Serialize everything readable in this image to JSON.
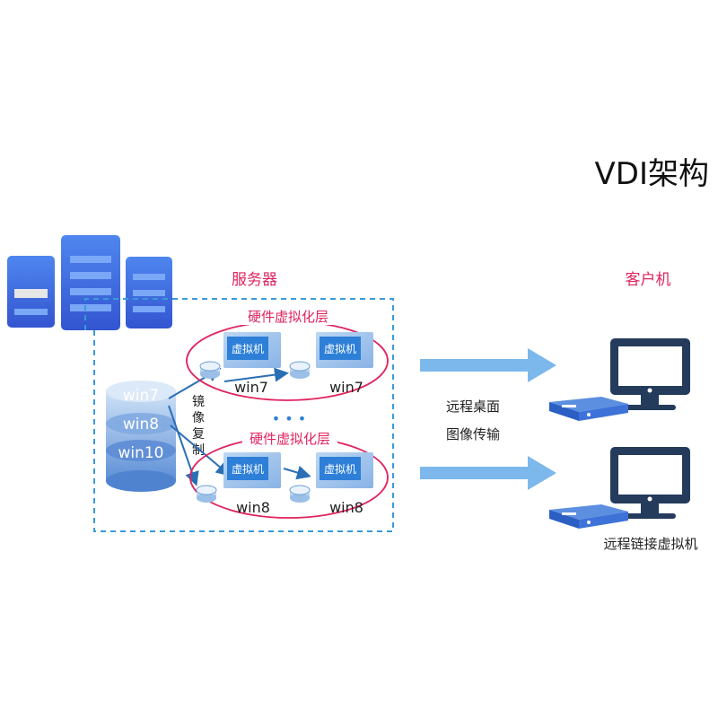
{
  "title": "VDI架构",
  "server": {
    "label": "服务器",
    "layers": [
      {
        "label": "硬件虚拟化层",
        "vms": [
          "虚拟机",
          "虚拟机"
        ],
        "disks": [
          "win7",
          "win7"
        ]
      },
      {
        "label": "硬件虚拟化层",
        "vms": [
          "虚拟机",
          "虚拟机"
        ],
        "disks": [
          "win8",
          "win8"
        ]
      }
    ],
    "image_stack": [
      "win7",
      "win8",
      "win10"
    ],
    "mirror_label": [
      "镜",
      "像",
      "复",
      "制"
    ],
    "ellipsis": "• • •"
  },
  "transfer": {
    "lines": [
      "远程桌面",
      "图像传输"
    ]
  },
  "client": {
    "label": "客户机",
    "caption": "远程链接虚拟机"
  },
  "colors": {
    "accent_red": "#e0245e",
    "box_blue": "#2d7fd8",
    "arrow_blue": "#77b6ec",
    "dashed_border": "#3a9ad9",
    "monitor": "#243b5c",
    "rack_blue": "#3f6ee0"
  }
}
